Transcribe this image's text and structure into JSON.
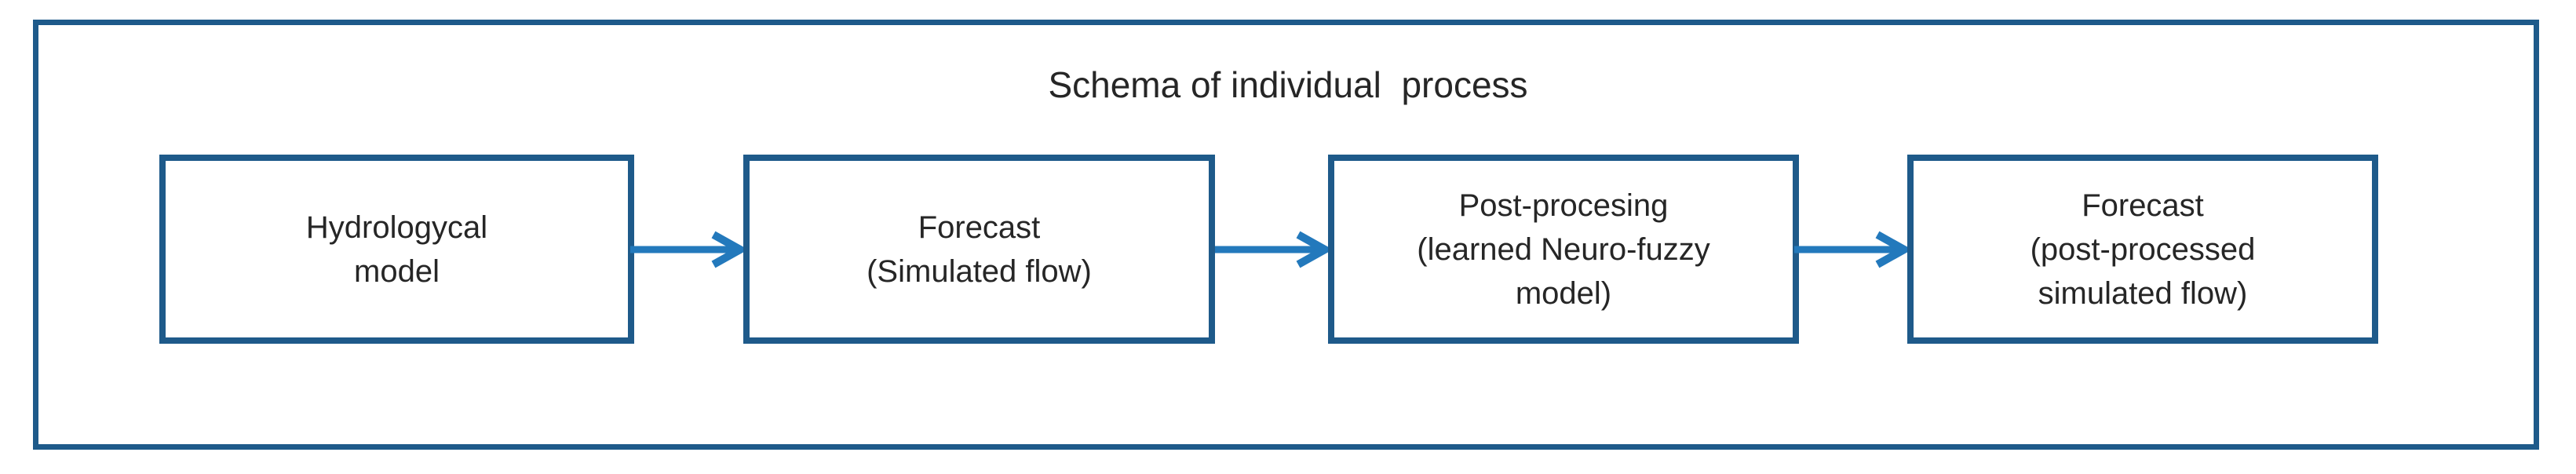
{
  "diagram": {
    "title": "Schema of individual  process",
    "boxes": [
      {
        "id": "hydrological-model",
        "lines": [
          "Hydrologycal",
          "model"
        ]
      },
      {
        "id": "forecast-simulated",
        "lines": [
          "Forecast",
          "(Simulated flow)"
        ]
      },
      {
        "id": "post-processing",
        "lines": [
          "Post-procesing",
          "(learned Neuro-fuzzy",
          "model)"
        ]
      },
      {
        "id": "forecast-post-processed",
        "lines": [
          "Forecast",
          "(post-processed",
          "simulated flow)"
        ]
      }
    ],
    "arrows": [
      {
        "from": "hydrological-model",
        "to": "forecast-simulated"
      },
      {
        "from": "forecast-simulated",
        "to": "post-processing"
      },
      {
        "from": "post-processing",
        "to": "forecast-post-processed"
      }
    ],
    "colors": {
      "outer_border": "#1e5a8a",
      "box_border": "#1e5a8a",
      "arrow": "#2379bc",
      "text": "#262626",
      "background": "#ffffff"
    }
  }
}
